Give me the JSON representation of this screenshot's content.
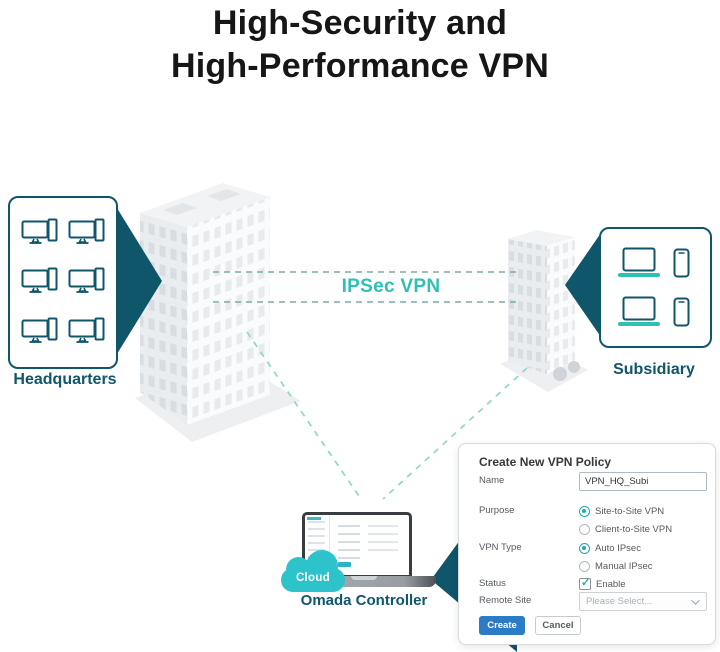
{
  "title": {
    "line1": "High-Security and",
    "line2": "High-Performance VPN"
  },
  "diagram": {
    "headquarters_label": "Headquarters",
    "subsidiary_label": "Subsidiary",
    "vpn_link_label": "IPSec VPN",
    "cloud_label": "Cloud",
    "controller_label": "Omada Controller"
  },
  "dialog": {
    "title": "Create New VPN Policy",
    "name": {
      "label": "Name",
      "value": "VPN_HQ_Subi"
    },
    "purpose": {
      "label": "Purpose",
      "options": [
        {
          "label": "Site-to-Site VPN",
          "selected": true
        },
        {
          "label": "Client-to-Site VPN",
          "selected": false
        }
      ]
    },
    "vpn_type": {
      "label": "VPN Type",
      "options": [
        {
          "label": "Auto IPsec",
          "selected": true
        },
        {
          "label": "Manual IPsec",
          "selected": false
        }
      ]
    },
    "status": {
      "label": "Status",
      "checkbox_label": "Enable",
      "checked": true
    },
    "remote_site": {
      "label": "Remote Site",
      "placeholder": "Please Select..."
    },
    "buttons": {
      "create": "Create",
      "cancel": "Cancel"
    }
  },
  "icons": {
    "desktop": "desktop-icon",
    "laptop": "laptop-icon",
    "phone": "phone-icon",
    "cloud": "cloud-icon",
    "chevron": "chevron-down-icon"
  },
  "colors": {
    "dark_teal": "#10566b",
    "teal": "#2fc0b4",
    "cloud_teal": "#2cc3cb",
    "dash_line": "#7fa9a5",
    "diagonal_dash": "#96d6cb",
    "create_blue": "#2b7cc4"
  }
}
